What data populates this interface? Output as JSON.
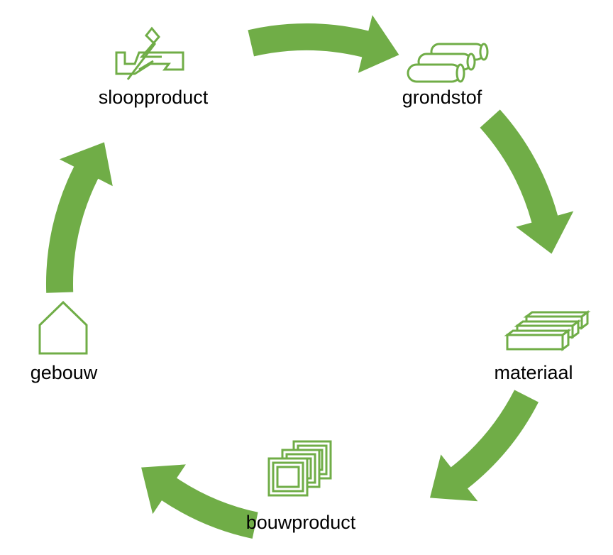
{
  "diagram": {
    "type": "cycle",
    "colors": {
      "arrow": "#70ad47",
      "icon": "#70ad47",
      "text": "#000000",
      "background": "#ffffff"
    },
    "nodes": [
      {
        "id": "sloopproduct",
        "label": "sloopproduct",
        "icon": "demolition-rubble-icon"
      },
      {
        "id": "grondstof",
        "label": "grondstof",
        "icon": "raw-material-logs-icon"
      },
      {
        "id": "materiaal",
        "label": "materiaal",
        "icon": "material-beams-icon"
      },
      {
        "id": "bouwproduct",
        "label": "bouwproduct",
        "icon": "building-product-panels-icon"
      },
      {
        "id": "gebouw",
        "label": "gebouw",
        "icon": "house-icon"
      }
    ],
    "edges": [
      {
        "from": "sloopproduct",
        "to": "grondstof"
      },
      {
        "from": "grondstof",
        "to": "materiaal"
      },
      {
        "from": "materiaal",
        "to": "bouwproduct"
      },
      {
        "from": "bouwproduct",
        "to": "gebouw"
      },
      {
        "from": "gebouw",
        "to": "sloopproduct"
      }
    ]
  }
}
